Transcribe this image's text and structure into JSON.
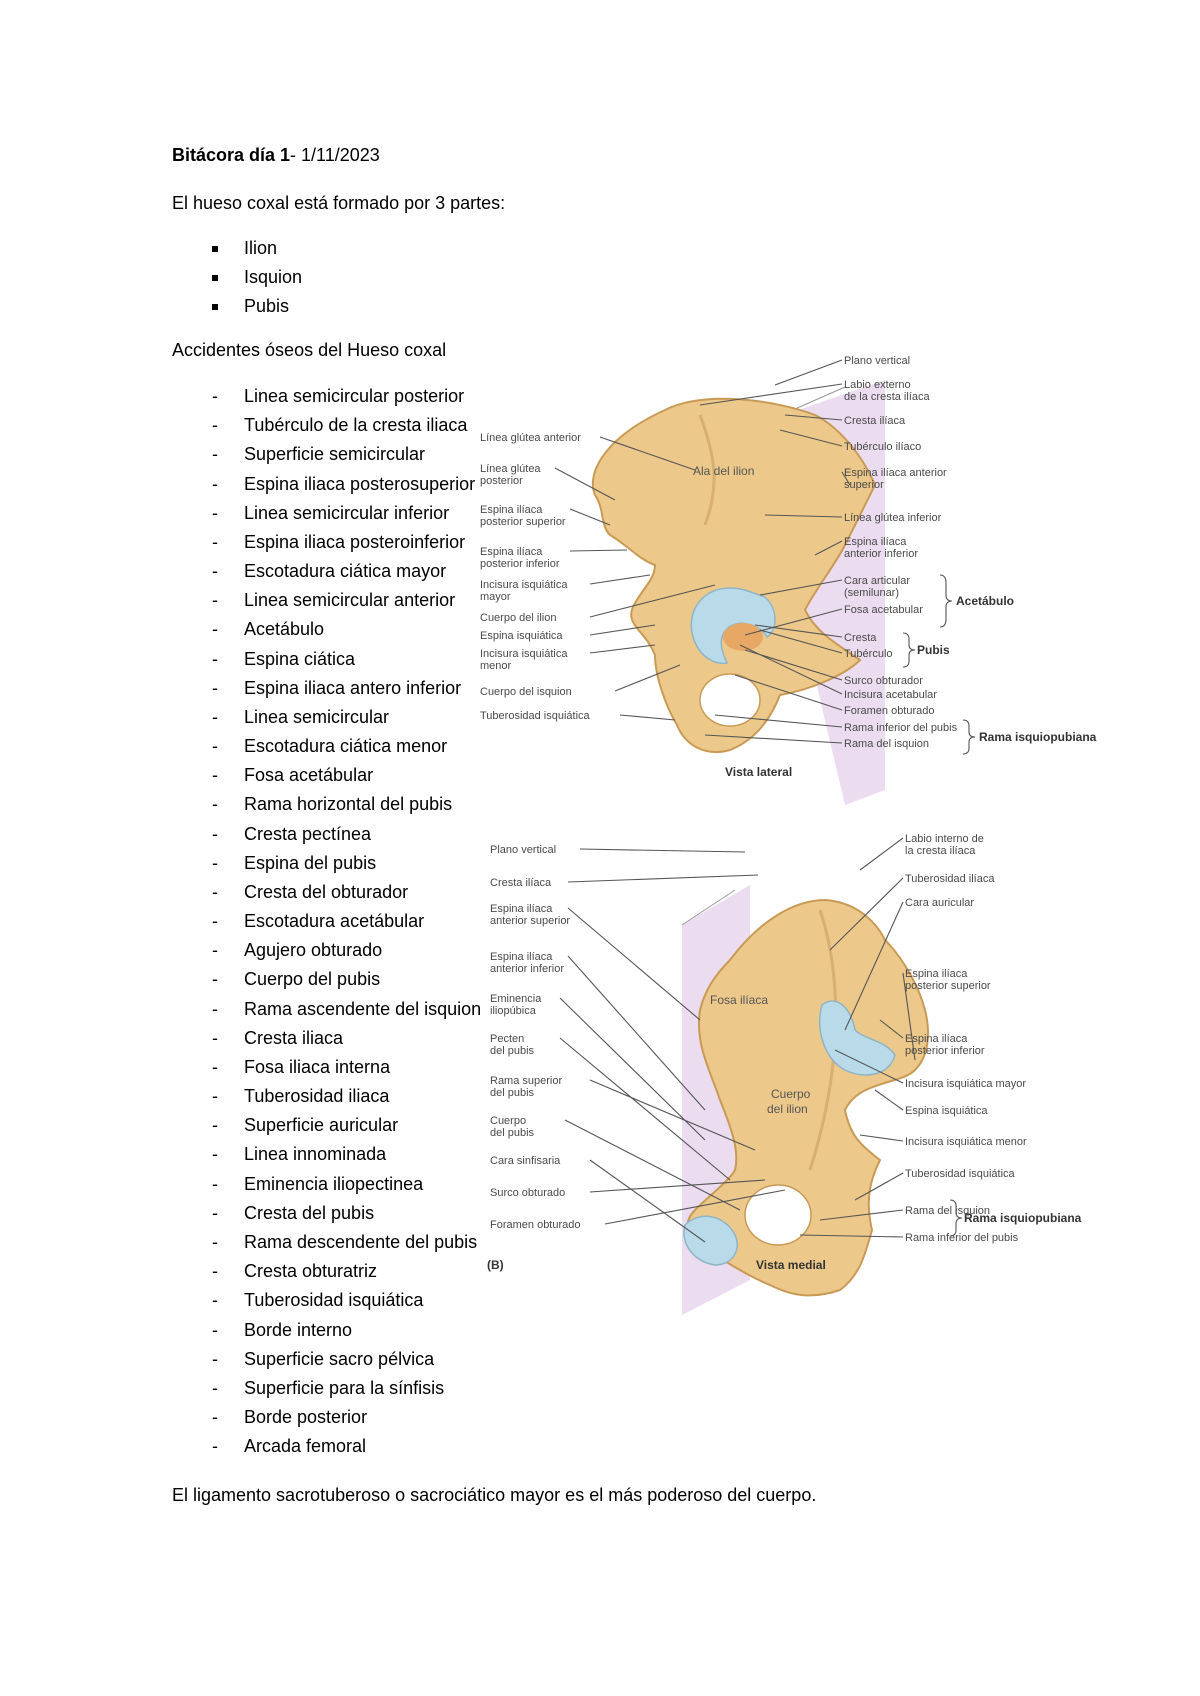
{
  "header": {
    "title_bold": "Bitácora día 1",
    "title_rest": "- 1/11/2023"
  },
  "intro": "El hueso coxal está formado por 3 partes:",
  "parts": [
    "Ilion",
    "Isquion",
    "Pubis"
  ],
  "accidentes": {
    "title": "Accidentes óseos del Hueso coxal",
    "items": [
      "Linea semicircular posterior",
      "Tubérculo de la cresta iliaca",
      "Superficie semicircular",
      "Espina iliaca posterosuperior",
      "Linea semicircular inferior",
      "Espina iliaca posteroinferior",
      "Escotadura ciática mayor",
      "Linea semicircular anterior",
      "Acetábulo",
      "Espina ciática",
      "Espina iliaca antero inferior",
      "Linea semicircular",
      "Escotadura ciática menor",
      "Fosa acetábular",
      "Rama horizontal del pubis",
      "Cresta pectínea",
      "Espina del pubis",
      "Cresta del obturador",
      "Escotadura acetábular",
      "Agujero obturado",
      "Cuerpo del pubis",
      "Rama ascendente del isquion",
      "Cresta iliaca",
      "Fosa iliaca interna",
      "Tuberosidad iliaca",
      "Superficie auricular",
      "Linea innominada",
      "Eminencia iliopectinea",
      "Cresta del pubis",
      "Rama descendente del pubis",
      "Cresta obturatriz",
      "Tuberosidad isquiática",
      "Borde interno",
      "Superficie sacro pélvica",
      "Superficie para la sínfisis",
      "Borde posterior",
      "Arcada femoral"
    ]
  },
  "final_note": "El ligamento sacrotuberoso o sacrociático mayor es el más poderoso del cuerpo.",
  "figure_lateral": {
    "caption": "Vista lateral",
    "inner_label": "Ala del ilion",
    "left_labels": [
      [
        "Línea glútea anterior"
      ],
      [
        "Línea glútea",
        "posterior"
      ],
      [
        "Espina ilíaca",
        "posterior superior"
      ],
      [
        "Espina ilíaca",
        "posterior inferior"
      ],
      [
        "Incisura isquiática",
        "mayor"
      ],
      [
        "Cuerpo del ilion"
      ],
      [
        "Espina isquiática"
      ],
      [
        "Incisura isquiática",
        "menor"
      ],
      [
        "Cuerpo del isquion"
      ],
      [
        "Tuberosidad isquiática"
      ]
    ],
    "right_labels": [
      [
        "Plano vertical"
      ],
      [
        "Labio externo",
        "de la cresta ilíaca"
      ],
      [
        "Cresta ilíaca"
      ],
      [
        "Tubérculo ilíaco"
      ],
      [
        "Espina ilíaca anterior",
        "superior"
      ],
      [
        "Línea glútea inferior"
      ],
      [
        "Espina ilíaca",
        "anterior inferior"
      ],
      [
        "Cara articular",
        "(semilunar)"
      ],
      [
        "Fosa acetabular"
      ],
      [
        "Cresta"
      ],
      [
        "Tubérculo"
      ],
      [
        "Surco obturador"
      ],
      [
        "Incisura acetabular"
      ],
      [
        "Foramen obturado"
      ],
      [
        "Rama inferior del pubis"
      ],
      [
        "Rama del isquion"
      ]
    ],
    "groups": [
      "Acetábulo",
      "Pubis",
      "Rama isquiopubiana"
    ]
  },
  "figure_medial": {
    "caption": "Vista medial",
    "panel": "(B)",
    "inner_labels": [
      "Fosa ilíaca",
      "Cuerpo",
      "del ilion"
    ],
    "left_labels": [
      [
        "Plano vertical"
      ],
      [
        "Cresta ilíaca"
      ],
      [
        "Espina ilíaca",
        "anterior superior"
      ],
      [
        "Espina ilíaca",
        "anterior inferior"
      ],
      [
        "Eminencia",
        "iliopúbica"
      ],
      [
        "Pecten",
        "del pubis"
      ],
      [
        "Rama superior",
        "del pubis"
      ],
      [
        "Cuerpo",
        "del pubis"
      ],
      [
        "Cara sinfisaria"
      ],
      [
        "Surco obturado"
      ],
      [
        "Foramen obturado"
      ]
    ],
    "right_labels": [
      [
        "Labio interno de",
        "la cresta ilíaca"
      ],
      [
        "Tuberosidad ilíaca"
      ],
      [
        "Cara auricular"
      ],
      [
        "Espina ilíaca",
        "posterior superior"
      ],
      [
        "Espina ilíaca",
        "posterior inferior"
      ],
      [
        "Incisura isquiática mayor"
      ],
      [
        "Espina isquiática"
      ],
      [
        "Incisura isquiática menor"
      ],
      [
        "Tuberosidad isquiática"
      ],
      [
        "Rama del isquion"
      ],
      [
        "Rama inferior del pubis"
      ]
    ],
    "groups": [
      "Rama isquiopubiana"
    ]
  },
  "colors": {
    "bone": "#ecc98a",
    "bone_dark": "#c99a55",
    "cartilage": "#b9dbe9",
    "plane": "#ead8ef",
    "leader": "#555555"
  }
}
